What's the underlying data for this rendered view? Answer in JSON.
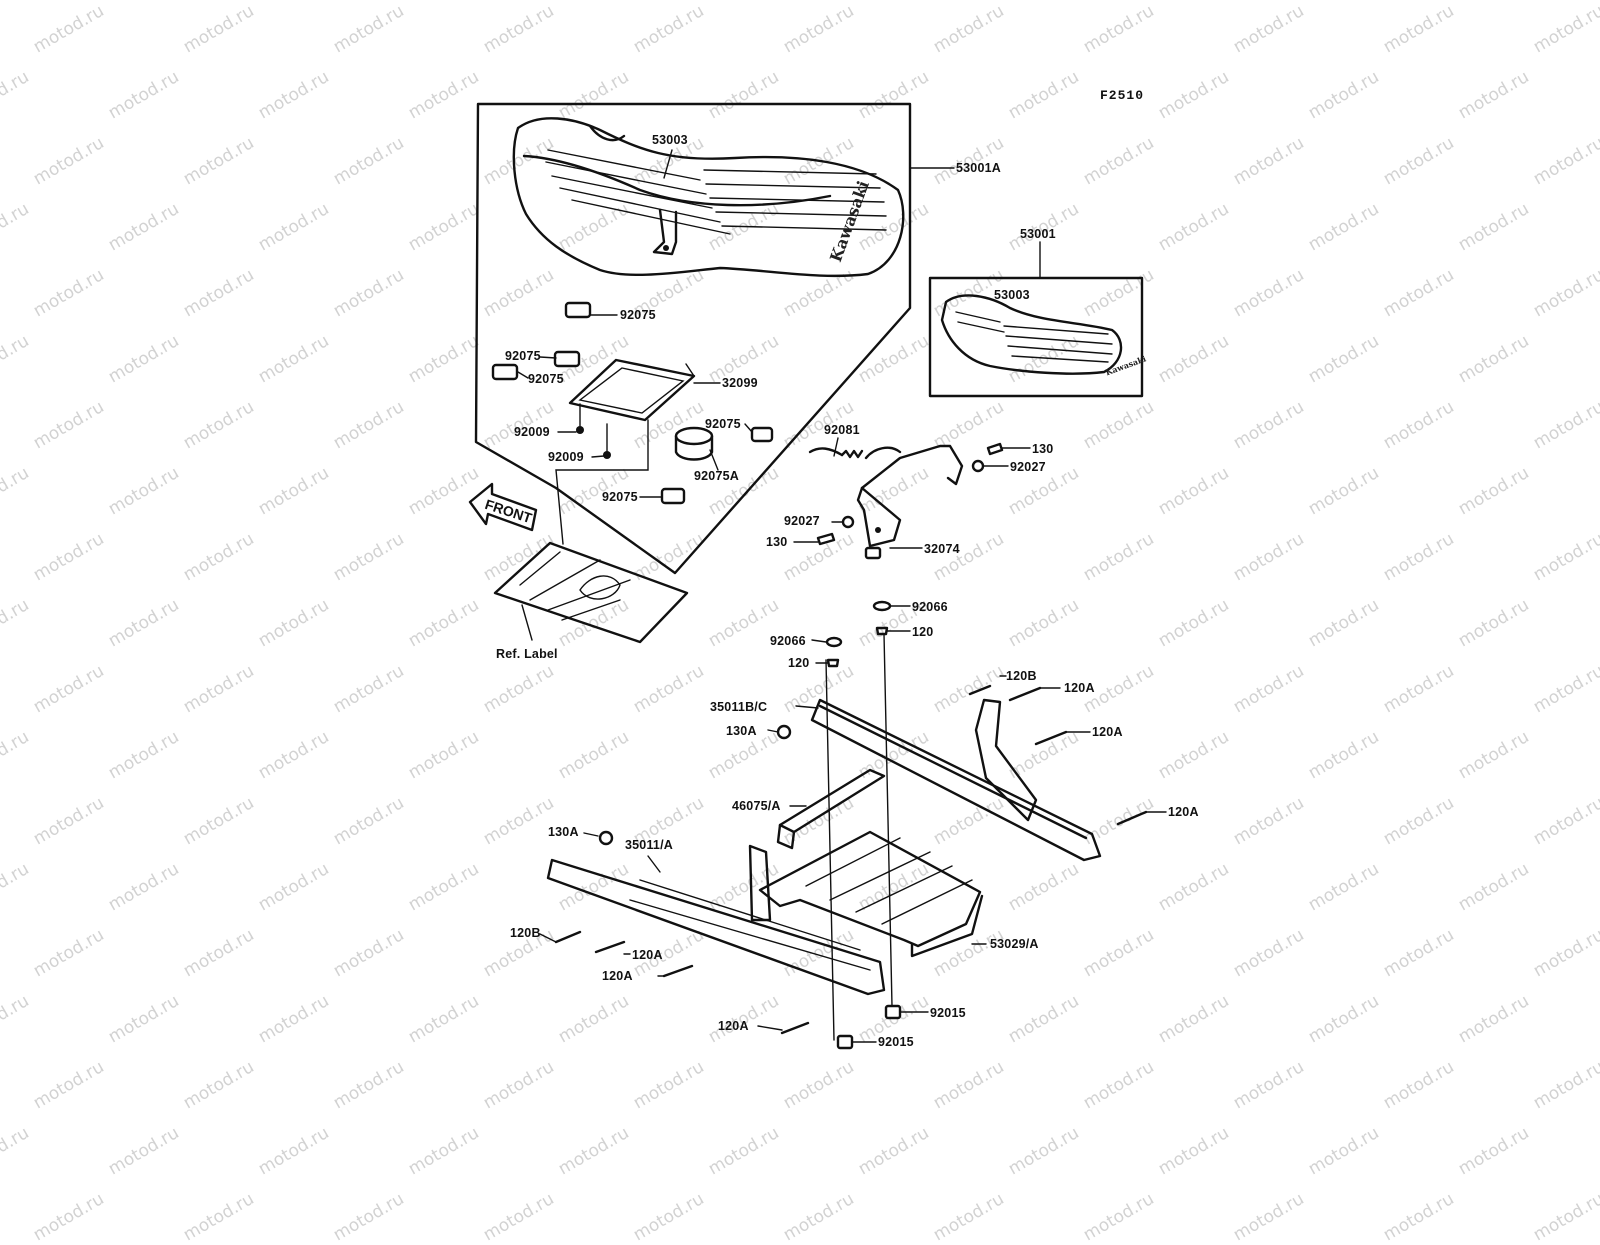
{
  "watermark_text": "motod.ru",
  "figure_code": "F2510",
  "brand_text": "Kawasaki",
  "front_text": "FRONT",
  "parts": {
    "p_53003_main": "53003",
    "p_53001A": "53001A",
    "p_53001": "53001",
    "p_53003_inset": "53003",
    "p_92075_a": "92075",
    "p_92075_b": "92075",
    "p_92075_c": "92075",
    "p_32099": "32099",
    "p_92075_d": "92075",
    "p_92009_a": "92009",
    "p_92009_b": "92009",
    "p_92075A": "92075A",
    "p_92075_e": "92075",
    "p_92081": "92081",
    "p_130_a": "130",
    "p_92027_a": "92027",
    "p_92027_b": "92027",
    "p_130_b": "130",
    "p_32074": "32074",
    "p_ref_label": "Ref. Label",
    "p_92066_a": "92066",
    "p_120_a": "120",
    "p_92066_b": "92066",
    "p_120_b": "120",
    "p_120B_a": "120B",
    "p_120A_a": "120A",
    "p_35011BC": "35011B/C",
    "p_130A_a": "130A",
    "p_120A_b": "120A",
    "p_46075A": "46075/A",
    "p_120A_c": "120A",
    "p_130A_b": "130A",
    "p_35011A": "35011/A",
    "p_120B_b": "120B",
    "p_120A_d": "120A",
    "p_120A_e": "120A",
    "p_53029A": "53029/A",
    "p_92015_a": "92015",
    "p_120A_f": "120A",
    "p_92015_b": "92015"
  }
}
